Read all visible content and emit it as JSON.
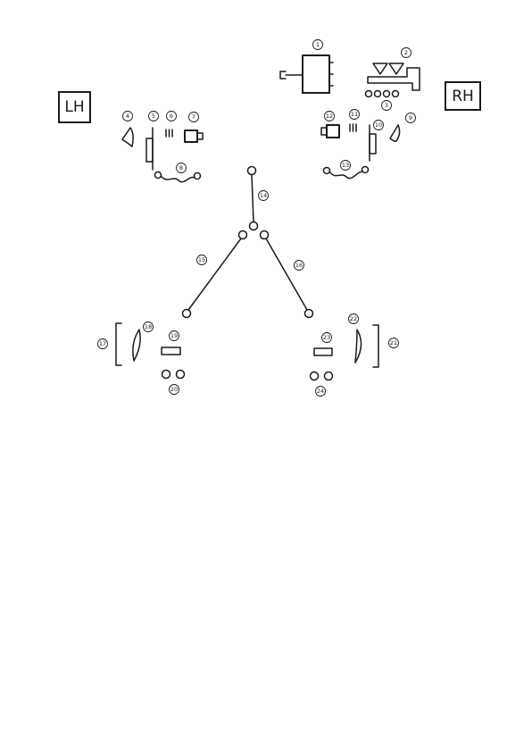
{
  "side_labels": {
    "left": "LH",
    "right": "RH"
  },
  "callouts": [
    "1",
    "2",
    "3",
    "4",
    "5",
    "6",
    "7",
    "8",
    "9",
    "10",
    "11",
    "12",
    "13",
    "14",
    "15",
    "16",
    "17",
    "18",
    "19",
    "20",
    "21",
    "22",
    "23",
    "24"
  ],
  "colors": {
    "stroke": "#1a1a1a",
    "background": "#ffffff"
  }
}
